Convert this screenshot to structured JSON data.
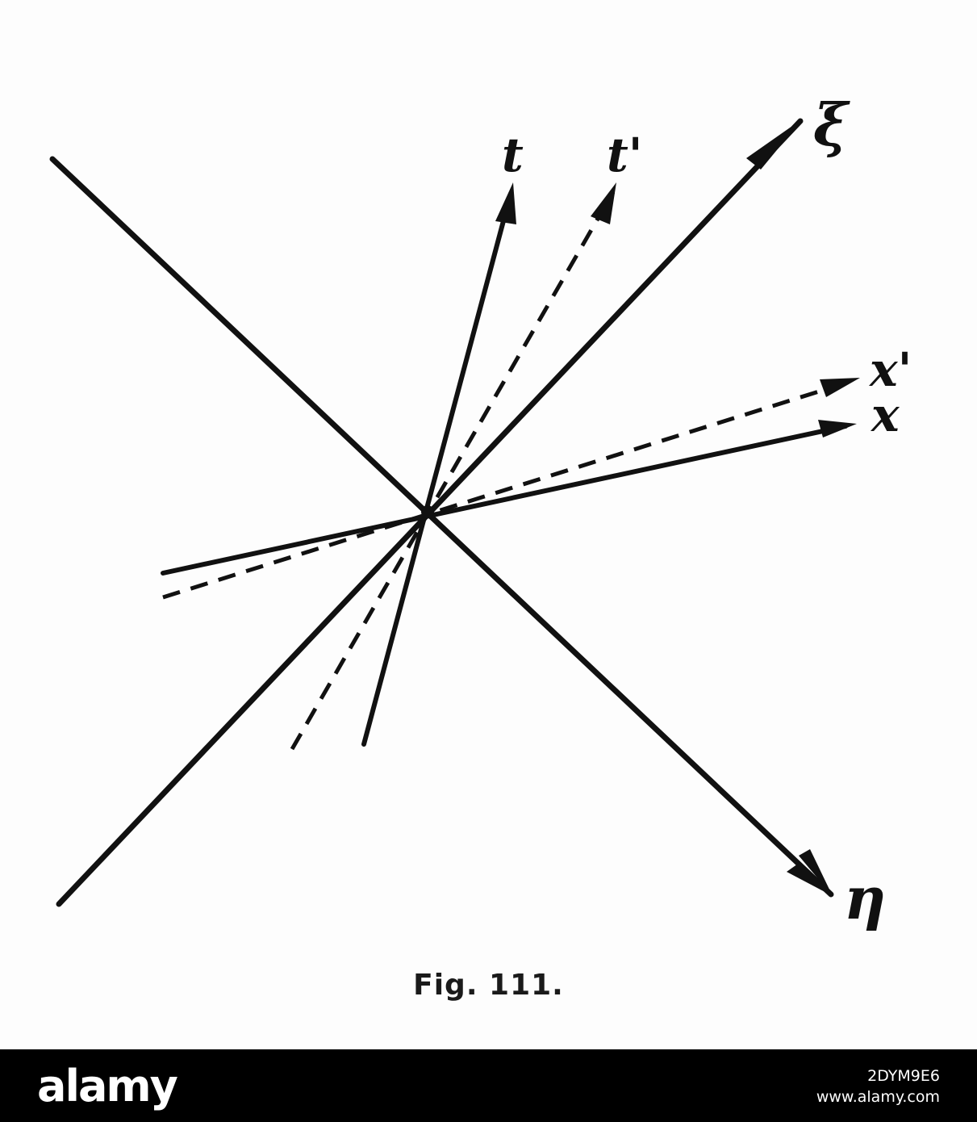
{
  "figure": {
    "caption": "Fig. 111.",
    "labels": {
      "t": "t",
      "t_prime": "t'",
      "xi": "ξ",
      "x_prime": "x'",
      "x": "x",
      "eta": "η"
    },
    "line_color": "#111111"
  },
  "watermark": {
    "brand": "alamy",
    "image_id": "2DYM9E6",
    "site": "www.alamy.com",
    "bar_color": "#000000"
  }
}
